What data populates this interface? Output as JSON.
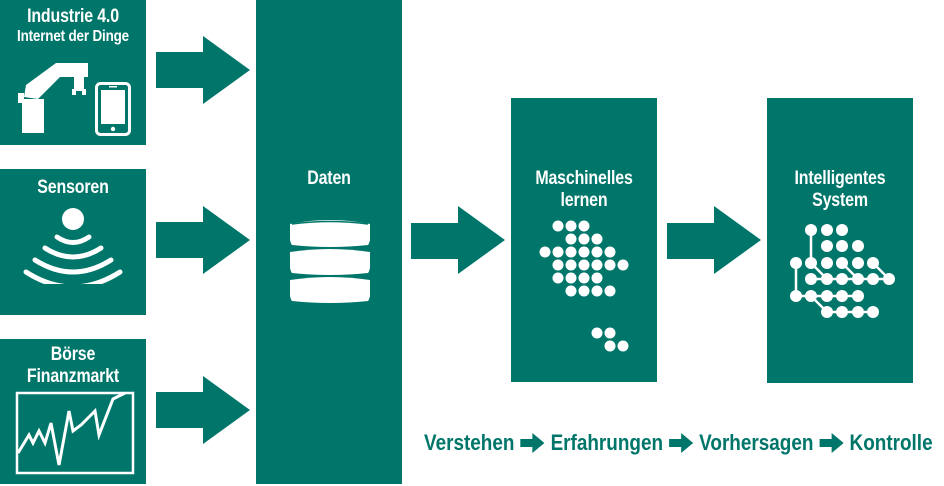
{
  "colors": {
    "primary": "#00766a",
    "background": "#ffffff",
    "foreground": "#ffffff"
  },
  "sources": [
    {
      "line1": "Industrie 4.0",
      "line2": "Internet der Dinge",
      "icon": "robot-arm-and-smartphone-icon"
    },
    {
      "line1": "Sensoren",
      "icon": "sensor-signal-icon"
    },
    {
      "line1": "Börse",
      "line2": "Finanzmarkt",
      "icon": "stock-chart-icon"
    }
  ],
  "data_store": {
    "label": "Daten",
    "icon": "database-icon"
  },
  "machine_learning": {
    "line1": "Maschinelles",
    "line2": "lernen",
    "icon": "dot-pattern-icon"
  },
  "intelligent_system": {
    "line1": "Intelligentes",
    "line2": "System",
    "icon": "neural-network-icon"
  },
  "flow": {
    "steps": [
      "Verstehen",
      "Erfahrungen",
      "Vorhersagen",
      "Kontrolle"
    ],
    "separator_icon": "arrow-right-icon"
  }
}
